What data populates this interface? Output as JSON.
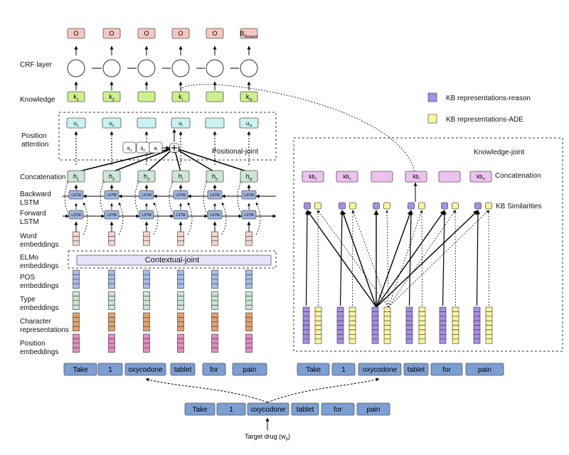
{
  "legend": {
    "reason": {
      "label": "KB representations-reason",
      "color": "#a58ee8"
    },
    "ade": {
      "label": "KB representations-ADE",
      "color": "#fbf59c"
    }
  },
  "row_labels": {
    "crf": "CRF layer",
    "knowledge": "Knowledge",
    "position_attention": [
      "Position",
      "attention"
    ],
    "concatenation": "Concatenation",
    "backward_lstm": [
      "Backward",
      "LSTM"
    ],
    "forward_lstm": [
      "Forward",
      "LSTM"
    ],
    "word_embeddings": [
      "Word",
      "embeddings"
    ],
    "elmo_embeddings": [
      "ELMo",
      "embeddings"
    ],
    "pos_embeddings": [
      "POS",
      "embeddings"
    ],
    "type_embeddings": [
      "Type",
      "embeddings"
    ],
    "character_representations": [
      "Character",
      "representations"
    ],
    "position_embeddings": [
      "Position",
      "embeddings"
    ]
  },
  "crf_outputs": [
    {
      "main": "O",
      "sub": ""
    },
    {
      "main": "O",
      "sub": ""
    },
    {
      "main": "O",
      "sub": ""
    },
    {
      "main": "O",
      "sub": ""
    },
    {
      "main": "O",
      "sub": ""
    },
    {
      "main": "B",
      "sub": "Reason"
    }
  ],
  "knowledge_nodes": [
    {
      "main": "k",
      "sub": "1"
    },
    {
      "main": "k",
      "sub": "2"
    },
    {
      "main": "",
      "sub": ""
    },
    {
      "main": "k",
      "sub": "i"
    },
    {
      "main": "",
      "sub": ""
    },
    {
      "main": "k",
      "sub": "N"
    }
  ],
  "position_nodes": [
    {
      "main": "u",
      "sub": "1"
    },
    {
      "main": "u",
      "sub": "2"
    },
    {
      "main": "",
      "sub": ""
    },
    {
      "main": "u",
      "sub": "i"
    },
    {
      "main": "",
      "sub": ""
    },
    {
      "main": "u",
      "sub": "N"
    }
  ],
  "attention_weights": [
    {
      "main": "a",
      "sub": "i1"
    },
    {
      "main": "a",
      "sub": "i2"
    },
    {
      "main": "a",
      "sub": "i"
    }
  ],
  "hidden_nodes": [
    {
      "main": "h",
      "sub": "1"
    },
    {
      "main": "h",
      "sub": "2"
    },
    {
      "main": "h",
      "sub": "3"
    },
    {
      "main": "h",
      "sub": "i"
    },
    {
      "main": "h",
      "sub": "5"
    },
    {
      "main": "h",
      "sub": "N"
    }
  ],
  "lstm_label": "LSTM",
  "positional_joint_label": "Positional-joint",
  "contextual_joint_label": "Contextual-joint",
  "knowledge_joint_label": "Knowledge-joint",
  "kb_nodes": [
    {
      "main": "kb",
      "sub": "1"
    },
    {
      "main": "kb",
      "sub": "2"
    },
    {
      "main": "",
      "sub": ""
    },
    {
      "main": "kb",
      "sub": "i"
    },
    {
      "main": "",
      "sub": ""
    },
    {
      "main": "kb",
      "sub": "N"
    }
  ],
  "kb_concatenation_label": "Concatenation",
  "kb_similarities_label": "KB Similarities",
  "tokens": [
    "Take",
    "1",
    "oxycodone",
    "tablet",
    "for",
    "pain"
  ],
  "target_drug_label": {
    "main": "Target drug (w",
    "sub": "p",
    "end": ")"
  }
}
